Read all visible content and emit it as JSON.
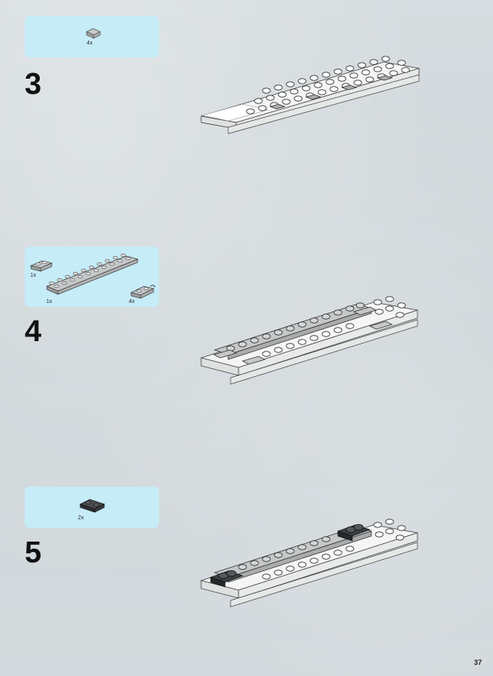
{
  "page_number": "37",
  "steps": [
    {
      "number": "3",
      "parts": [
        {
          "qty": "4x",
          "part": "tile-1x1-gray-icon"
        }
      ]
    },
    {
      "number": "4",
      "parts": [
        {
          "qty": "1x",
          "part": "plate-1x2-gray-icon"
        },
        {
          "qty": "1x",
          "part": "plate-2x10-gray-icon"
        },
        {
          "qty": "4x",
          "part": "plate-1x2-clip-gray-icon"
        }
      ]
    },
    {
      "number": "5",
      "parts": [
        {
          "qty": "2x",
          "part": "plate-2x2-dark-gray-icon"
        }
      ]
    }
  ]
}
